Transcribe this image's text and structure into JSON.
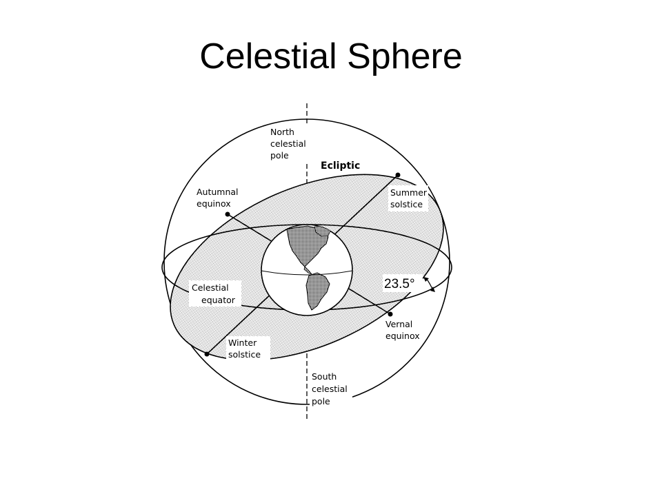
{
  "title": "Celestial Sphere",
  "labels": {
    "north_pole": [
      "North",
      "celestial",
      "pole"
    ],
    "south_pole": [
      "South",
      "celestial",
      "pole"
    ],
    "ecliptic": "Ecliptic",
    "autumnal_equinox": [
      "Autumnal",
      "equinox"
    ],
    "summer_solstice": [
      "Summer",
      "solstice"
    ],
    "celestial_equator": [
      "Celestial",
      "equator"
    ],
    "vernal_equinox": [
      "Vernal",
      "equinox"
    ],
    "winter_solstice": [
      "Winter",
      "solstice"
    ],
    "tilt_angle": "23.5°"
  },
  "colors": {
    "line": "#000000",
    "background": "#ffffff",
    "ecliptic_fill": "#dcdcdc",
    "land_fill": "#6a6a6a"
  },
  "icons": {
    "earth": "earth-globe-americas-icon"
  }
}
